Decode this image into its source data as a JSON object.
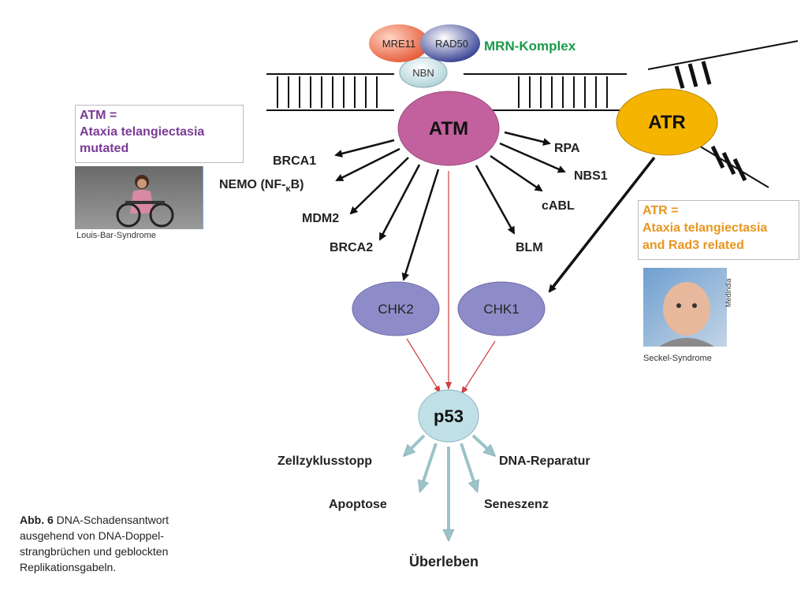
{
  "nodes": {
    "mre11": "MRE11",
    "rad50": "RAD50",
    "nbn": "NBN",
    "mrn_complex": "MRN-Komplex",
    "atm": "ATM",
    "atr": "ATR",
    "chk2": "CHK2",
    "chk1": "CHK1",
    "p53": "p53"
  },
  "atm_targets": {
    "brca1": "BRCA1",
    "nemo": "NEMO (NF-",
    "nemo_kappa": "κ",
    "nemo_end": "B)",
    "mdm2": "MDM2",
    "brca2": "BRCA2",
    "rpa": "RPA",
    "nbs1": "NBS1",
    "cabl": "cABL",
    "blm": "BLM"
  },
  "outcomes": {
    "zellzyklusstopp": "Zellzyklusstopp",
    "dna_reparatur": "DNA-Reparatur",
    "apoptose": "Apoptose",
    "seneszenz": "Seneszenz",
    "ueberleben": "Überleben"
  },
  "atm_box": {
    "line1": "ATM =",
    "line2": "Ataxia telangiectasia",
    "line3": "mutated",
    "photo_caption": "Louis-Bar-Syndrome"
  },
  "atr_box": {
    "line1": "ATR =",
    "line2": "Ataxia telangiectasia",
    "line3": "and Rad3 related",
    "photo_caption": "Seckel-Syndrome",
    "photo_credit": "Medindia"
  },
  "figure_caption": {
    "label": "Abb. 6",
    "text": "DNA-Schadensantwort ausgehend von DNA-Doppel-strangbrüchen und geblockten Replikationsgabeln."
  },
  "colors": {
    "atm": "#c2619e",
    "atr": "#f4b400",
    "chk": "#8e8cc8",
    "p53": "#bfe0e6",
    "mrn_green": "#1a9a4a",
    "atm_purple": "#7a3b96",
    "atr_orange": "#e8961e",
    "p53_arrow_red": "#d04040",
    "outcome_arrow": "#9cc3c8"
  }
}
